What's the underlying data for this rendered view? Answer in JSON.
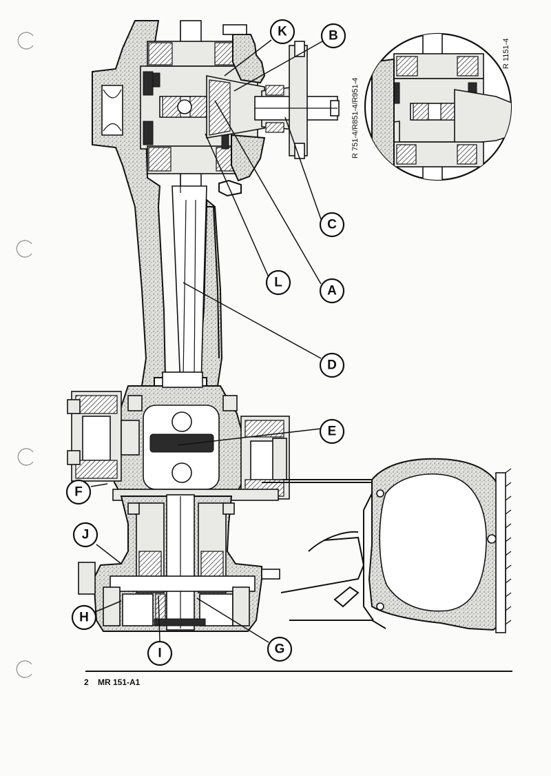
{
  "figure": {
    "reference_main": "R 751-4/R851-4/R951-4",
    "reference_inset": "R 1151-4"
  },
  "labels": [
    {
      "id": "K",
      "text": "K"
    },
    {
      "id": "B",
      "text": "B"
    },
    {
      "id": "C",
      "text": "C"
    },
    {
      "id": "L",
      "text": "L"
    },
    {
      "id": "A",
      "text": "A"
    },
    {
      "id": "D",
      "text": "D"
    },
    {
      "id": "E",
      "text": "E"
    },
    {
      "id": "F",
      "text": "F"
    },
    {
      "id": "J",
      "text": "J"
    },
    {
      "id": "H",
      "text": "H"
    },
    {
      "id": "I",
      "text": "I"
    },
    {
      "id": "G",
      "text": "G"
    }
  ],
  "footer": {
    "page_number": "2",
    "document_code": "MR 151-A1"
  }
}
